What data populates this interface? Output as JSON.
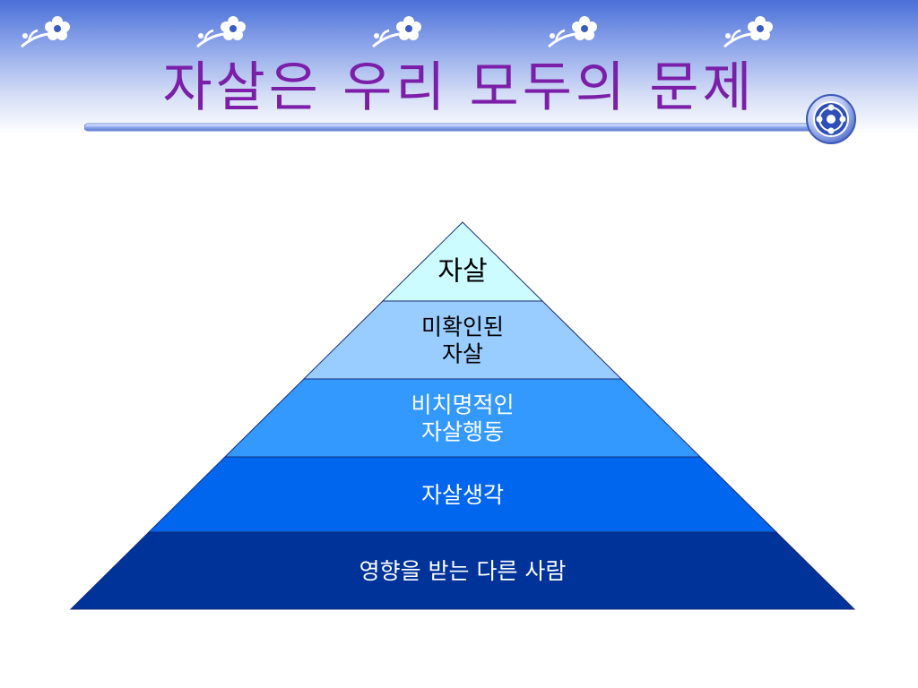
{
  "slide": {
    "title": "자살은 우리 모두의 문제"
  },
  "pyramid": {
    "levels": [
      {
        "lines": [
          "자살"
        ],
        "fill": "#ccfcff",
        "text_color": "#000000"
      },
      {
        "lines": [
          "미확인된",
          "자살"
        ],
        "fill": "#99ccff",
        "text_color": "#000000"
      },
      {
        "lines": [
          "비치명적인",
          "자살행동"
        ],
        "fill": "#3399ff",
        "text_color": "#ffffff"
      },
      {
        "lines": [
          "자살생각"
        ],
        "fill": "#0066ee",
        "text_color": "#ffffff"
      },
      {
        "lines": [
          "영향을 받는 다른 사람"
        ],
        "fill": "#003399",
        "text_color": "#ffffff"
      }
    ]
  },
  "colors": {
    "title": "#7b1fa8",
    "header_top": "#4a6fd8",
    "rule": "#7f9be6"
  },
  "icons": {
    "flower": "flower-sprig-icon",
    "emblem": "ornament-emblem-icon"
  }
}
